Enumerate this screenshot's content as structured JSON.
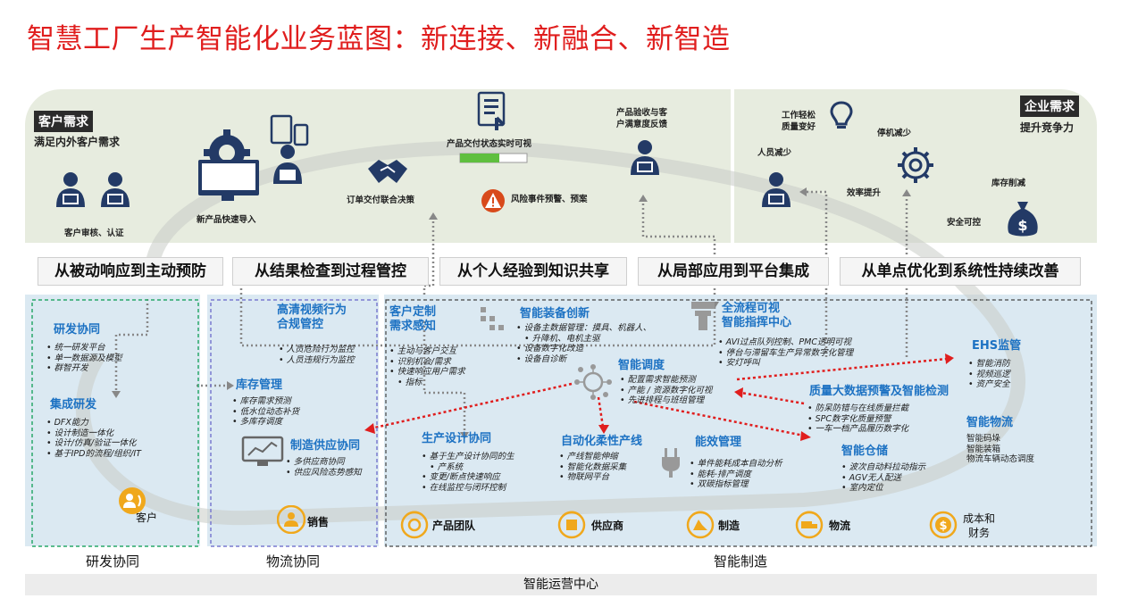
{
  "title": "智慧工厂生产智能化业务蓝图：新连接、新融合、新智造",
  "top_left": {
    "tag": "客户需求",
    "subtitle": "满足内外客户需求",
    "review": "客户审核、认证",
    "new_product": "新产品快速导入",
    "order_decision": "订单交付联合决策",
    "delivery_status": "产品交付状态实时可视",
    "risk_warning": "风险事件预警、预案",
    "acceptance_feedback_1": "产品验收与客",
    "acceptance_feedback_2": "户满意度反馈"
  },
  "top_right": {
    "tag": "企业需求",
    "subtitle": "提升竞争力",
    "work_easy_1": "工作轻松",
    "work_easy_2": "质量变好",
    "less_people": "人员减少",
    "less_downtime": "停机减少",
    "efficiency": "效率提升",
    "inventory_cut": "库存削减",
    "safety": "安全可控"
  },
  "transitions": [
    "从被动响应到主动预防",
    "从结果检查到过程管控",
    "从个人经验到知识共享",
    "从局部应用到平台集成",
    "从单点优化到系统性持续改善"
  ],
  "rd": {
    "title1": "研发协同",
    "items1": [
      "统一研发平台",
      "单一数据源及模型",
      "群智开发"
    ],
    "title2": "集成研发",
    "items2": [
      "DFX能力",
      "设计制造一体化",
      "设计/仿真/验证一体化",
      "基于IPD的流程/组织/IT"
    ],
    "customer": "客户"
  },
  "logistics": {
    "video_title_1": "高清视频行为",
    "video_title_2": "合规管控",
    "video_items": [
      "人员危险行为监控",
      "人员违规行为监控"
    ],
    "inventory_title": "库存管理",
    "inventory_items": [
      "库存需求预测",
      "低水位动态补货",
      "多库存调度"
    ],
    "supply_title": "制造供应协同",
    "supply_items": [
      "多供应商协同",
      "供应风险态势感知"
    ],
    "sales": "销售"
  },
  "manufacturing": {
    "custom_title_1": "客户定制",
    "custom_title_2": "需求感知",
    "custom_items": [
      "主动与客户交互",
      "识别机会/需求",
      "快速响应用户需求",
      "指标"
    ],
    "equipment_title": "智能装备创新",
    "equipment_items": [
      "设备主数据管理：摸具、机器人、",
      "升降机、电机主驱",
      "设备数字化改造",
      "设备自诊断"
    ],
    "command_title_1": "全流程可视",
    "command_title_2": "智能指挥中心",
    "command_items": [
      "AVI过点队列控制、PMC透明可视",
      "停台与滞留车生产异常数字化管理",
      "安灯呼叫"
    ],
    "ehs_title": "EHS监管",
    "ehs_items": [
      "智能消防",
      "视频巡逻",
      "资产安全"
    ],
    "schedule_title": "智能调度",
    "schedule_items": [
      "配置需求智能预测",
      "产能 / 资源数字化可视",
      "先进排程与班组管理"
    ],
    "quality_title": "质量大数据预警及智能检测",
    "quality_items": [
      "防呆防错与在线质量拦截",
      "SPC数字化质量预警",
      "一车一档产品履历数字化"
    ],
    "smart_logistics_title": "智能物流",
    "smart_logistics_items": [
      "智能码垛",
      "智能装箱",
      "物流车辆动态调度"
    ],
    "design_title": "生产设计协同",
    "design_items": [
      "基于生产设计协同的生",
      "产系统",
      "变更/断点快速响应",
      "在线监控与闭环控制"
    ],
    "flex_title": "自动化柔性产线",
    "flex_items": [
      "产线智能伸缩",
      "智能化数据采集",
      "物联网平台"
    ],
    "energy_title": "能效管理",
    "energy_items": [
      "单件能耗成本自动分析",
      "能耗-排产调度",
      "双碳指标管理"
    ],
    "warehouse_title": "智能仓储",
    "warehouse_items": [
      "波次自动料拉动指示",
      "AGV无人配送",
      "室内定位"
    ],
    "team": "产品团队",
    "supplier": "供应商",
    "make": "制造",
    "logistics": "物流",
    "cost_1": "成本和",
    "cost_2": "财务"
  },
  "footer": {
    "rd": "研发协同",
    "logistics": "物流协同",
    "manufacturing": "智能制造",
    "ops_center": "智能运营中心"
  },
  "colors": {
    "title": "#e01e1e",
    "module_title": "#1d72c3",
    "accent_orange": "#f0a81c",
    "icon_navy": "#233a66",
    "arrow_red": "#e01e1e",
    "rd_border": "#2aa86a",
    "log_border": "#7a7ad0"
  }
}
